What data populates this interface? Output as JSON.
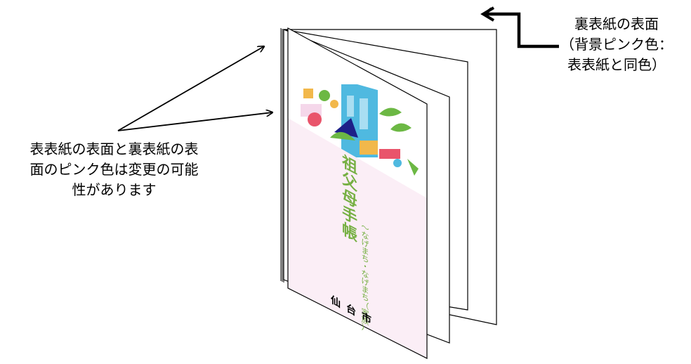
{
  "captions": {
    "back_cover": {
      "lines": [
        "裏表紙の表面",
        "（背景ピンク色：",
        "表表紙と同色）"
      ]
    },
    "front_cover": {
      "lines": [
        "表表紙の表面と裏表紙の表",
        "面のピンク色は変更の可能",
        "性があります"
      ]
    }
  },
  "booklet": {
    "title_chars": [
      "祖",
      "父",
      "母",
      "手",
      "帳"
    ],
    "subtitle_chars": [
      "〜",
      "な",
      "げ",
      "ま",
      "ち",
      "・",
      "な",
      "げ",
      "ま",
      "ち",
      "（",
      "家",
      "族",
      "）"
    ],
    "city_chars": [
      "仙",
      "台",
      "市"
    ]
  },
  "colors": {
    "cover_pink": "#fbeef6",
    "title_green": "#76b043",
    "illustration_blue": "#4fb9e0",
    "illustration_green": "#6cb844",
    "line": "#000000"
  }
}
